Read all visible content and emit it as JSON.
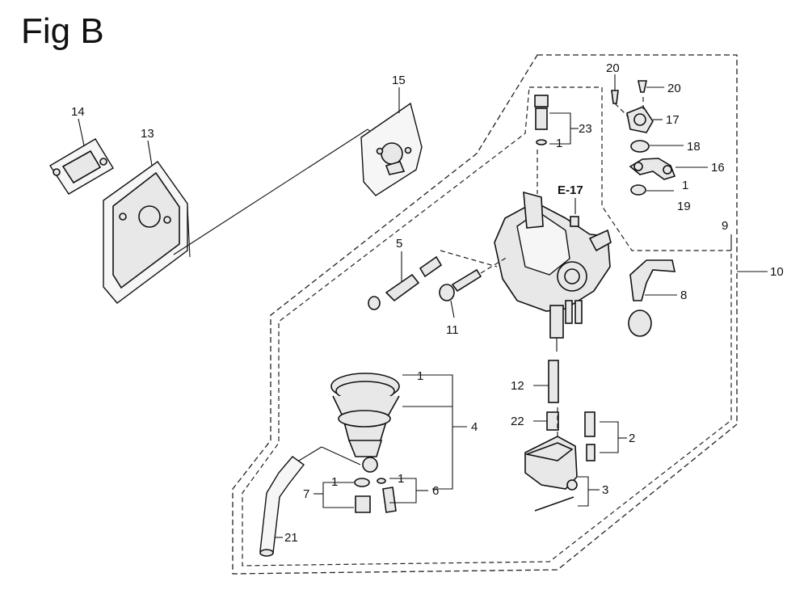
{
  "title": "Fig B",
  "ref_label": "E-17",
  "callouts": {
    "c1a": "1",
    "c1b": "1",
    "c1c": "1",
    "c1d": "1",
    "c1e": "1",
    "c2": "2",
    "c3": "3",
    "c4": "4",
    "c5": "5",
    "c6": "6",
    "c7": "7",
    "c8": "8",
    "c9": "9",
    "c10": "10",
    "c11": "11",
    "c12": "12",
    "c13": "13",
    "c14": "14",
    "c15": "15",
    "c16": "16",
    "c17": "17",
    "c18": "18",
    "c19": "19",
    "c20a": "20",
    "c20b": "20",
    "c21": "21",
    "c22": "22",
    "c23": "23"
  }
}
